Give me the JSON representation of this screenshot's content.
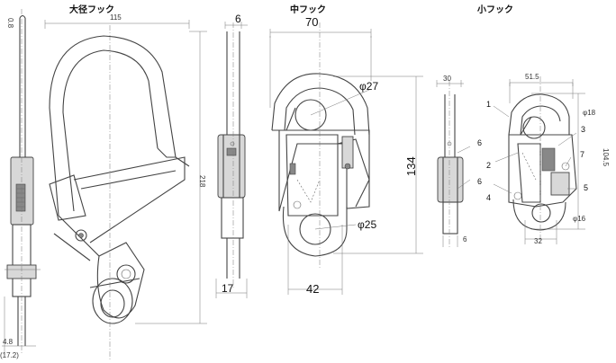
{
  "titles": {
    "large": "大径フック",
    "medium": "中フック",
    "small": "小フック"
  },
  "large_hook": {
    "dim_width": "115",
    "dim_height": "218",
    "dim_side_bottom": "4.8",
    "dim_side_bottom2": "(17.2)",
    "dim_side_top": "0.8"
  },
  "medium_hook": {
    "dim_thickness": "6",
    "dim_width": "70",
    "dim_height": "134",
    "dim_eye_top": "φ27",
    "dim_eye_bottom": "φ25",
    "dim_bottom_width": "42",
    "dim_side_bottom": "17"
  },
  "small_hook": {
    "dim_side_width": "30",
    "dim_width": "51.5",
    "dim_height": "104.5",
    "dim_eye_top": "φ18",
    "dim_eye_bottom": "φ16",
    "dim_bottom_width": "32",
    "dim_side_bottom": "6",
    "callouts": [
      "1",
      "2",
      "3",
      "4",
      "5",
      "6",
      "7"
    ]
  }
}
